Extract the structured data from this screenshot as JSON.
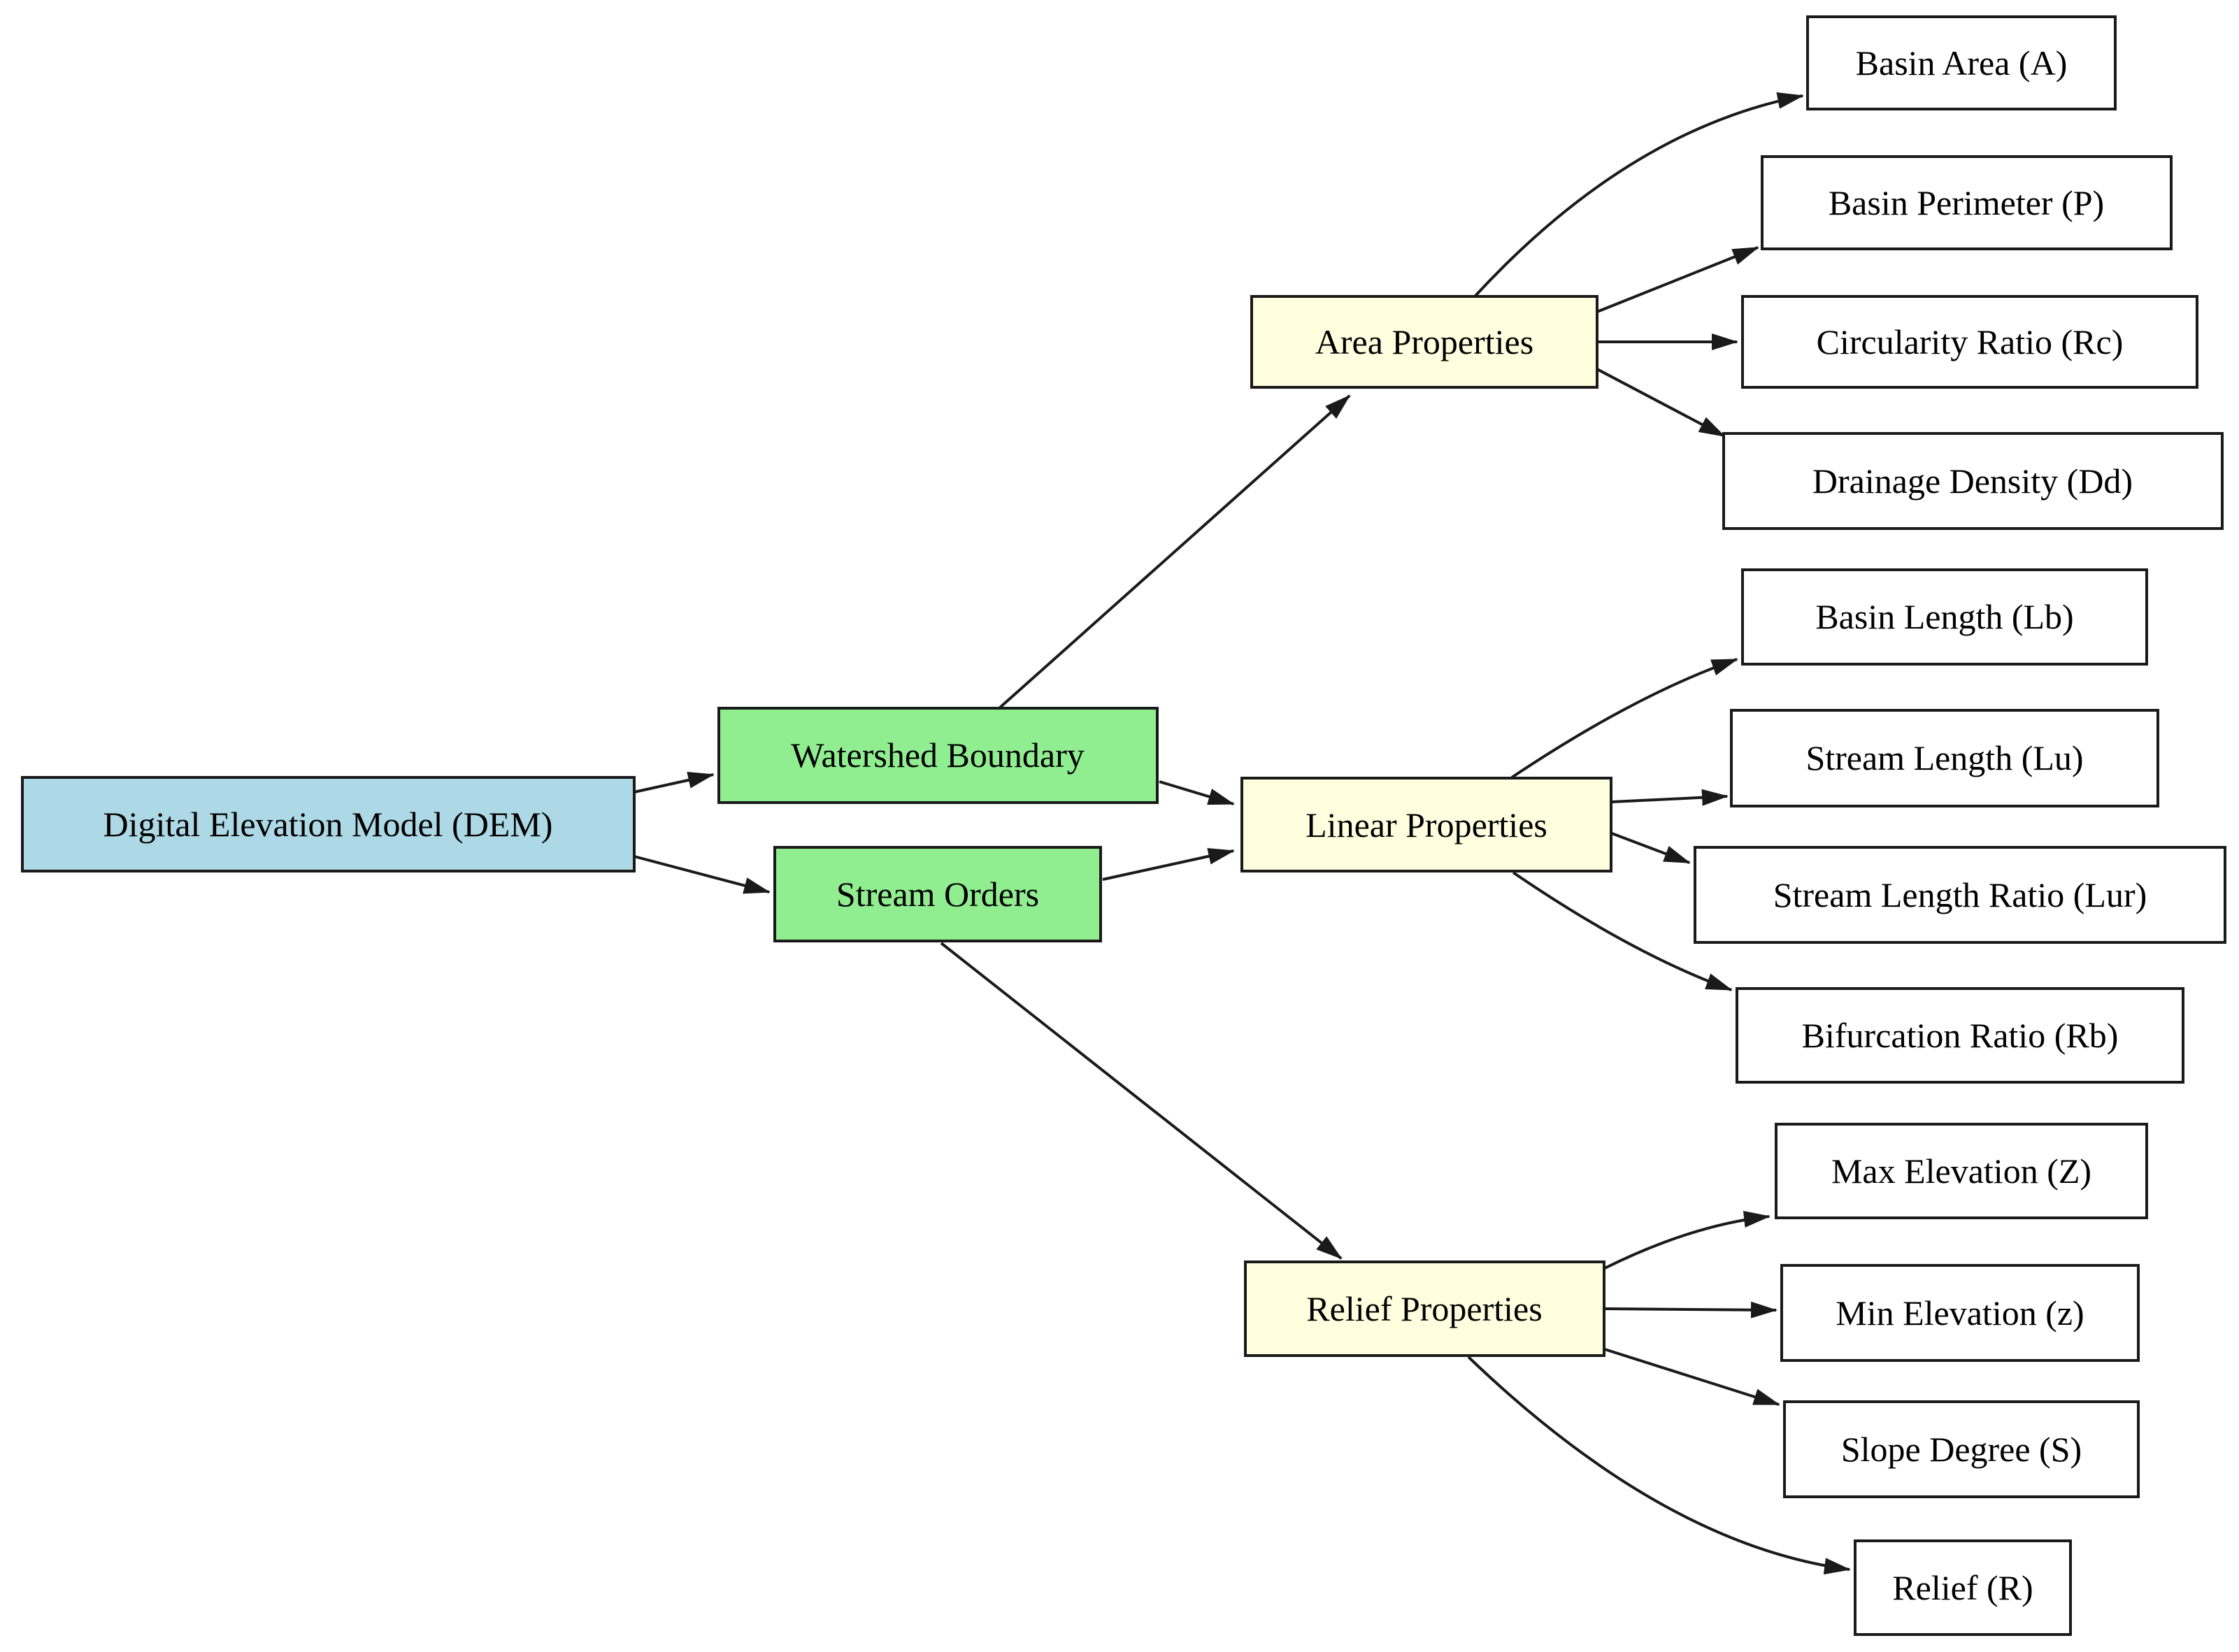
{
  "diagram": {
    "background": "#ffffff",
    "colors": {
      "root_fill": "#add8e6",
      "stage_fill": "#90ee90",
      "category_fill": "#ffffe0",
      "leaf_fill": "#ffffff",
      "border": "#1a1a1a",
      "edge": "#1a1a1a",
      "text": "#000000"
    },
    "nodes": {
      "dem": {
        "label": "Digital Elevation Model (DEM)",
        "type": "root"
      },
      "watershed_boundary": {
        "label": "Watershed Boundary",
        "type": "stage"
      },
      "stream_orders": {
        "label": "Stream Orders",
        "type": "stage"
      },
      "area_properties": {
        "label": "Area Properties",
        "type": "category"
      },
      "linear_properties": {
        "label": "Linear Properties",
        "type": "category"
      },
      "relief_properties": {
        "label": "Relief Properties",
        "type": "category"
      },
      "basin_area": {
        "label": "Basin Area (A)",
        "type": "leaf"
      },
      "basin_perimeter": {
        "label": "Basin Perimeter (P)",
        "type": "leaf"
      },
      "circularity_ratio": {
        "label": "Circularity Ratio (Rc)",
        "type": "leaf"
      },
      "drainage_density": {
        "label": "Drainage Density (Dd)",
        "type": "leaf"
      },
      "basin_length": {
        "label": "Basin Length (Lb)",
        "type": "leaf"
      },
      "stream_length": {
        "label": "Stream Length (Lu)",
        "type": "leaf"
      },
      "stream_length_ratio": {
        "label": "Stream Length Ratio (Lur)",
        "type": "leaf"
      },
      "bifurcation_ratio": {
        "label": "Bifurcation Ratio (Rb)",
        "type": "leaf"
      },
      "max_elevation": {
        "label": "Max Elevation (Z)",
        "type": "leaf"
      },
      "min_elevation": {
        "label": "Min Elevation (z)",
        "type": "leaf"
      },
      "slope_degree": {
        "label": "Slope Degree (S)",
        "type": "leaf"
      },
      "relief": {
        "label": "Relief (R)",
        "type": "leaf"
      }
    },
    "edges": [
      {
        "from": "dem",
        "to": "watershed_boundary"
      },
      {
        "from": "dem",
        "to": "stream_orders"
      },
      {
        "from": "watershed_boundary",
        "to": "area_properties"
      },
      {
        "from": "watershed_boundary",
        "to": "linear_properties"
      },
      {
        "from": "stream_orders",
        "to": "linear_properties"
      },
      {
        "from": "stream_orders",
        "to": "relief_properties"
      },
      {
        "from": "area_properties",
        "to": "basin_area"
      },
      {
        "from": "area_properties",
        "to": "basin_perimeter"
      },
      {
        "from": "area_properties",
        "to": "circularity_ratio"
      },
      {
        "from": "area_properties",
        "to": "drainage_density"
      },
      {
        "from": "linear_properties",
        "to": "basin_length"
      },
      {
        "from": "linear_properties",
        "to": "stream_length"
      },
      {
        "from": "linear_properties",
        "to": "stream_length_ratio"
      },
      {
        "from": "linear_properties",
        "to": "bifurcation_ratio"
      },
      {
        "from": "relief_properties",
        "to": "max_elevation"
      },
      {
        "from": "relief_properties",
        "to": "min_elevation"
      },
      {
        "from": "relief_properties",
        "to": "slope_degree"
      },
      {
        "from": "relief_properties",
        "to": "relief"
      }
    ]
  }
}
